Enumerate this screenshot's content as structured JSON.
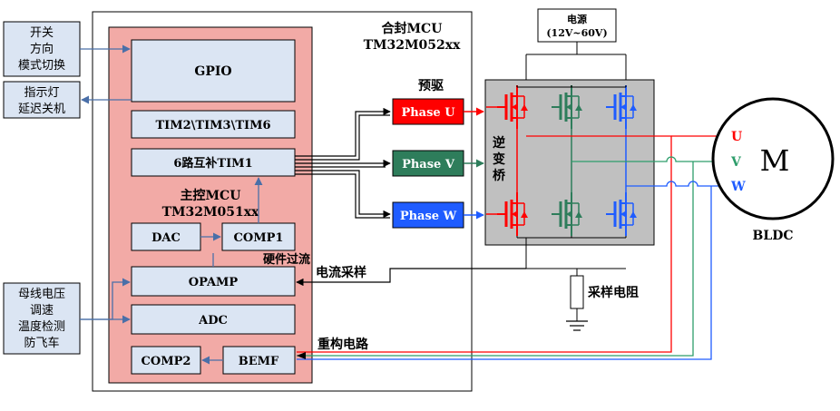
{
  "left_inputs": {
    "top_box": [
      "开关",
      "方向",
      "模式切换"
    ],
    "mid_box": [
      "指示灯",
      "延迟关机"
    ],
    "bottom_box": [
      "母线电压",
      "调速",
      "温度检测",
      "防飞车"
    ]
  },
  "mcu_outer": {
    "line1": "合封MCU",
    "line2": "TM32M052xx"
  },
  "mcu_inner": {
    "line1": "主控MCU",
    "line2": "TM32M051xx"
  },
  "blocks": {
    "gpio": "GPIO",
    "tim": "TIM2\\TIM3\\TIM6",
    "tim1": "6路互补TIM1",
    "dac": "DAC",
    "comp1": "COMP1",
    "opamp": "OPAMP",
    "adc": "ADC",
    "comp2": "COMP2",
    "bemf": "BEMF"
  },
  "labels": {
    "predriver": "预驱",
    "hw_overcurrent": "硬件过流",
    "current_sampling": "电流采样",
    "reconstruct": "重构电路",
    "inverter": [
      "逆",
      "变",
      "桥"
    ],
    "power": [
      "电源",
      "(12V~60V)"
    ],
    "sense_resistor": "采样电阻",
    "motor": "M",
    "motor_name": "BLDC"
  },
  "phases": [
    {
      "label": "Phase U",
      "color": "#ff0000"
    },
    {
      "label": "Phase V",
      "color": "#2e7d5b"
    },
    {
      "label": "Phase W",
      "color": "#1f5cff"
    }
  ],
  "motor_terminals": [
    {
      "label": "U",
      "color": "#ff0000"
    },
    {
      "label": "V",
      "color": "#2e9d6b"
    },
    {
      "label": "W",
      "color": "#1f5cff"
    }
  ],
  "colors": {
    "inner_fill": "#f2aaa6",
    "block_fill": "#dbe5f3",
    "inverter_fill": "#c0c0c0",
    "arrow_blue": "#4a6fa8"
  }
}
